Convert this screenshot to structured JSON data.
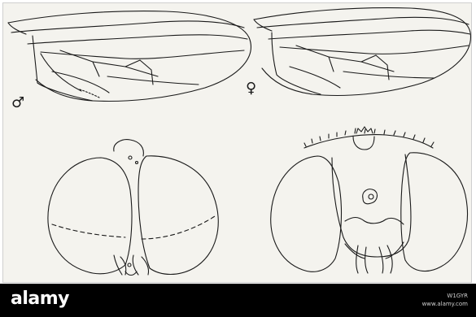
{
  "illustration": {
    "subject": "fly wings and heads",
    "male_symbol": "♂",
    "female_symbol": "♀"
  },
  "watermark": {
    "brand": "alamy",
    "stock_id": "W1GYR",
    "site": "www.alamy.com"
  },
  "colors": {
    "background": "#f4f3ee",
    "ink": "#1a1a1a",
    "footer": "#000000",
    "footer_text": "#ffffff"
  }
}
